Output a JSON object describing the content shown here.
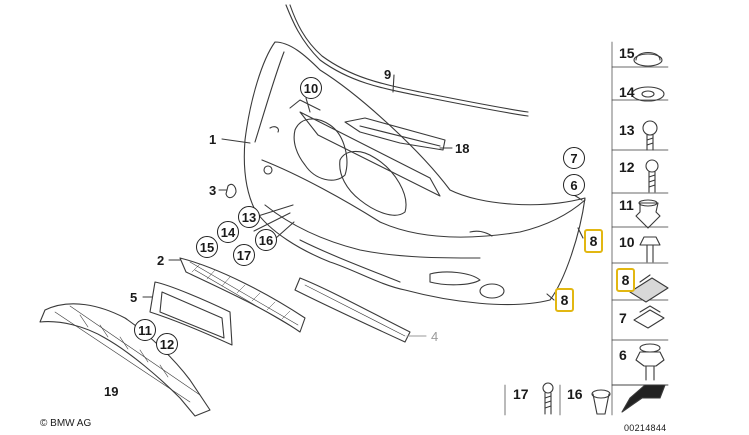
{
  "main_callouts": {
    "c1": "1",
    "c2": "2",
    "c3": "3",
    "c4": "4",
    "c5": "5",
    "c9": "9",
    "c18": "18",
    "c19": "19",
    "c10": "10",
    "c11": "11",
    "c12": "12",
    "c13": "13",
    "c14": "14",
    "c15": "15",
    "c16": "16",
    "c17": "17",
    "c7": "7",
    "c6": "6",
    "c8a": "8",
    "c8b": "8"
  },
  "side_panel": {
    "items": [
      {
        "num": "15"
      },
      {
        "num": "14"
      },
      {
        "num": "13"
      },
      {
        "num": "12"
      },
      {
        "num": "11"
      },
      {
        "num": "10"
      },
      {
        "num": "8"
      },
      {
        "num": "7"
      },
      {
        "num": "6"
      }
    ],
    "bottom": [
      {
        "num": "17"
      },
      {
        "num": "16"
      }
    ]
  },
  "copyright": "© BMW AG",
  "doc_number": "00214844",
  "colors": {
    "highlight": "#e2b712",
    "line": "#333333",
    "shade": "#cfcfcf"
  }
}
